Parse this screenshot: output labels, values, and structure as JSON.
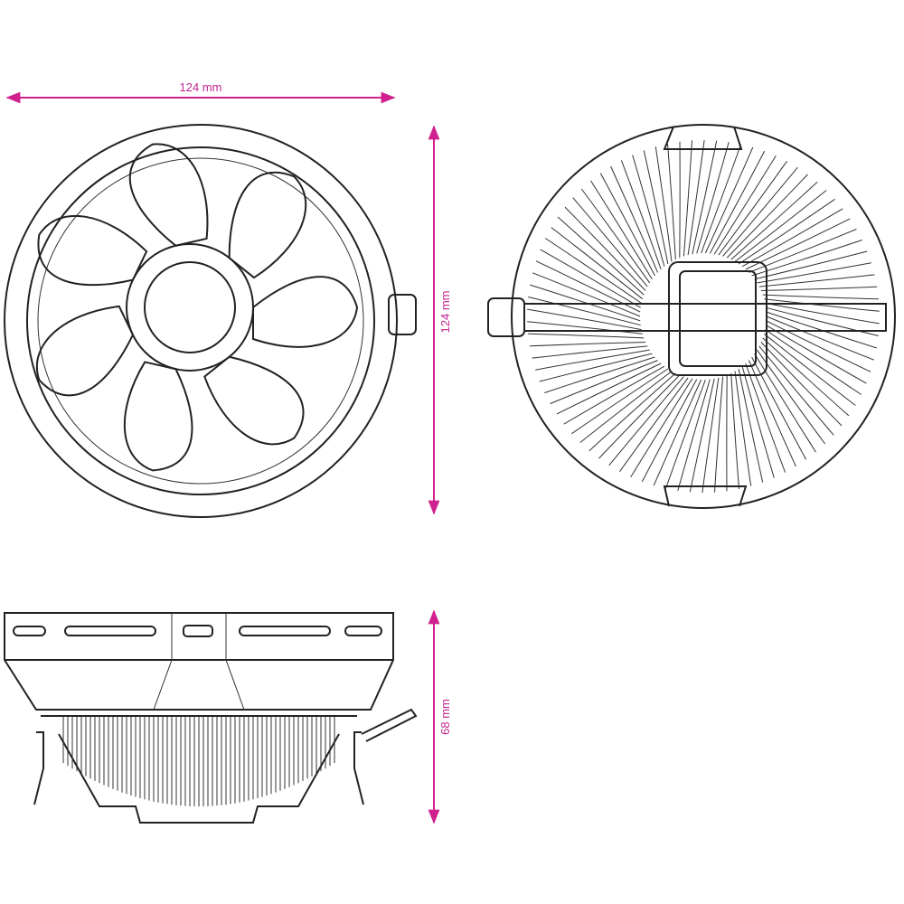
{
  "dimensions": {
    "width_label": "124 mm",
    "height_label": "124 mm",
    "depth_label": "68 mm"
  },
  "colors": {
    "dimension": "#d0208f",
    "line": "#222222"
  },
  "views": {
    "fan_blade_count": 7,
    "heatsink_fin_count": 90
  }
}
